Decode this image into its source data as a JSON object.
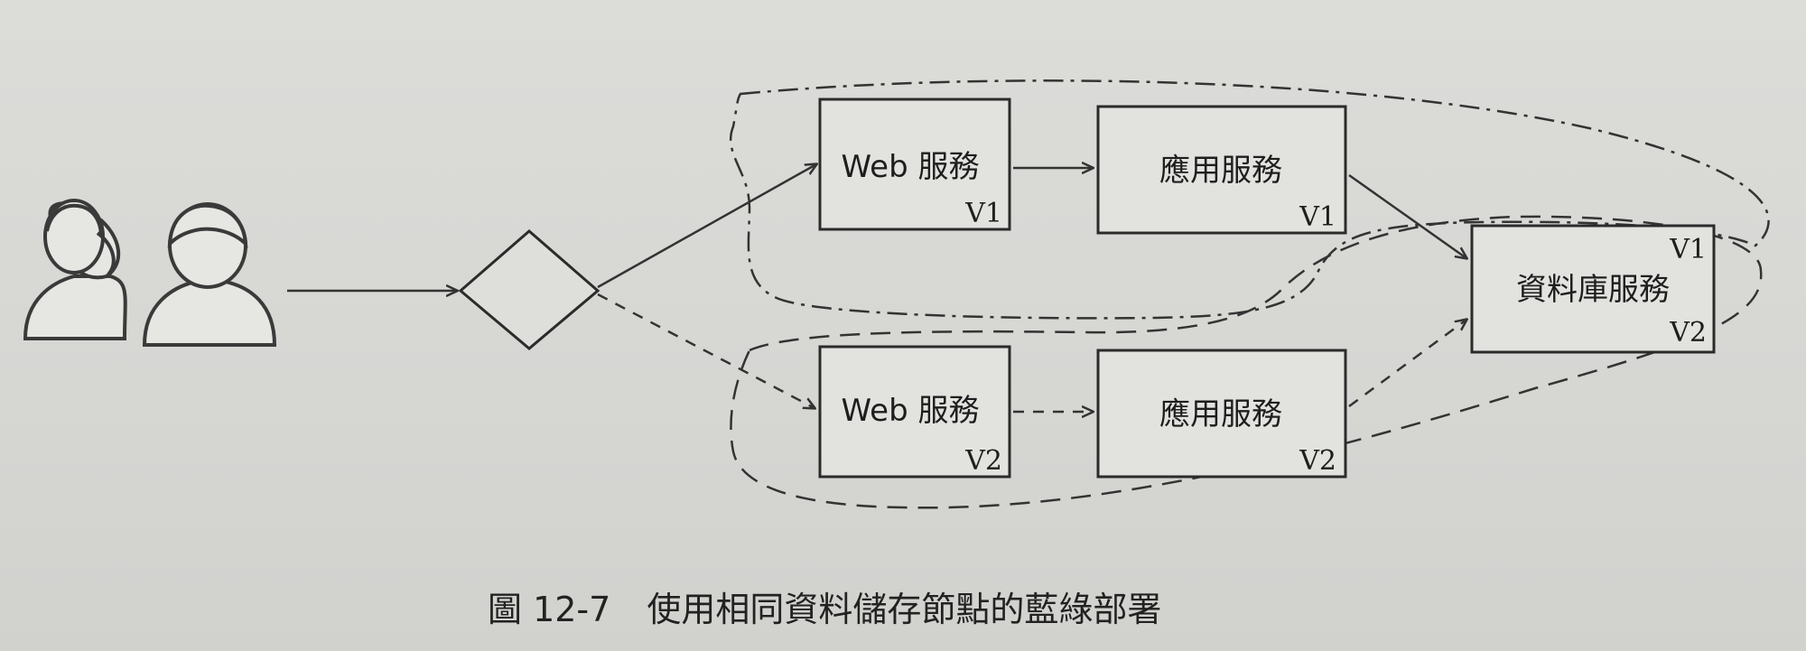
{
  "caption": {
    "figure_number": "圖 12-7",
    "title": "使用相同資料儲存節點的藍綠部署"
  },
  "nodes": {
    "web_v1": {
      "label": "Web 服務",
      "version": "V1"
    },
    "app_v1": {
      "label": "應用服務",
      "version": "V1"
    },
    "web_v2": {
      "label": "Web 服務",
      "version": "V2"
    },
    "app_v2": {
      "label": "應用服務",
      "version": "V2"
    },
    "db": {
      "label": "資料庫服務",
      "version_top": "V1",
      "version_bottom": "V2"
    }
  },
  "icons": {
    "users": "users-icon",
    "router": "router-diamond-icon"
  }
}
